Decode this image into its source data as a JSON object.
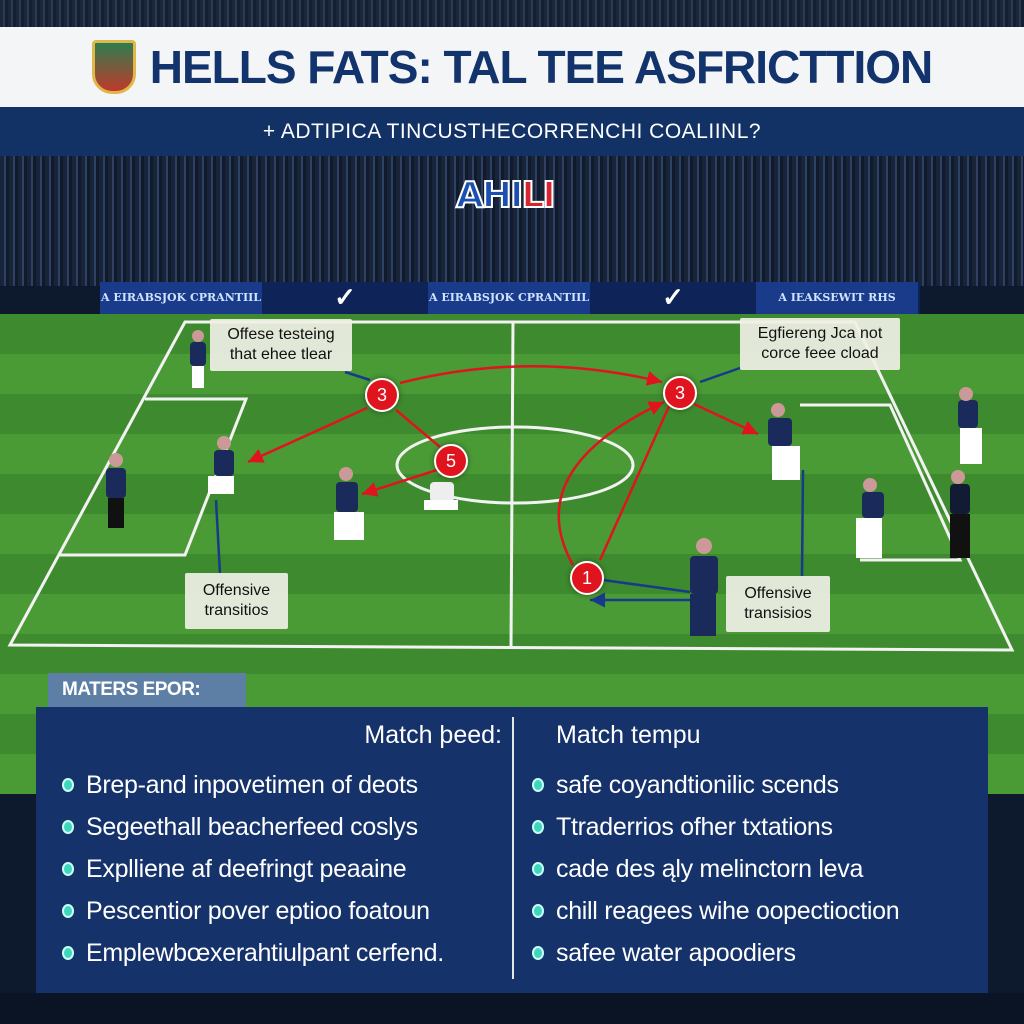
{
  "header": {
    "title": "HELLS FATS: TAL TEE ASFRICTTION",
    "subtitle": "+ ADTIPICA TINCUSTHECORRENCHI COALIINL?"
  },
  "stadium": {
    "logo_main": "AHI",
    "logo_accent": "LI",
    "boards": [
      "A EIRABSJOK CPRANTIIL",
      "",
      "A EIRABSJOK CPRANTIIL",
      "",
      "A IEAKSEWIT RHS"
    ]
  },
  "callouts": {
    "top_left": [
      "Offese testeing",
      "that ehee tlear"
    ],
    "top_right": [
      "Egfiereng Jca not",
      "corce feee cload"
    ],
    "bottom_left": [
      "Offensive",
      "transitios"
    ],
    "bottom_right": [
      "Offensive",
      "transisios"
    ]
  },
  "markers": [
    "3",
    "5",
    "3",
    "1"
  ],
  "panel": {
    "tag": "MATERS EPOR:",
    "left": {
      "heading": "Match þeed:",
      "items": [
        "Brep-and inpovetimen of deots",
        "Segeethall beacherfeed coslys",
        "Explliene af deefringt peaaine",
        "Pescentior pover eptioo foatoun",
        "Emplewbœxerahtiulpant cerfend."
      ]
    },
    "right": {
      "heading": "Match tempu",
      "items": [
        "safe coyandtionilic scends",
        "Ttraderrios ofher txtations",
        "cade des ąly melinctorn leva",
        "chill reagees wihe oopectioction",
        "safee water apoodiers"
      ]
    }
  },
  "colors": {
    "navy": "#123165",
    "marker": "#e0141e",
    "bullet": "#3fd6c0"
  }
}
